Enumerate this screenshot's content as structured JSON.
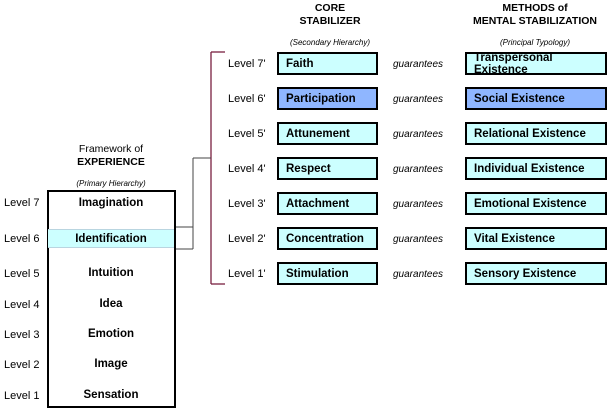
{
  "headers": {
    "core_line1": "CORE",
    "core_line2": "STABILIZER",
    "core_sub": "(Secondary Hierarchy)",
    "methods_line1": "METHODS of",
    "methods_line2": "MENTAL STABILIZATION",
    "methods_sub": "(Principal Typology)",
    "framework_line1": "Framework of",
    "framework_line2": "EXPERIENCE",
    "framework_sub": "(Primary Hierarchy)"
  },
  "connector_word": "guarantees",
  "core_rows": [
    {
      "level": "Level  7'",
      "stabilizer": "Faith",
      "method": "Transpersonal Existence"
    },
    {
      "level": "Level  6'",
      "stabilizer": "Participation",
      "method": "Social Existence",
      "highlight": true
    },
    {
      "level": "Level  5'",
      "stabilizer": "Attunement",
      "method": "Relational Existence"
    },
    {
      "level": "Level  4'",
      "stabilizer": "Respect",
      "method": "Individual Existence"
    },
    {
      "level": "Level  3'",
      "stabilizer": "Attachment",
      "method": "Emotional Existence"
    },
    {
      "level": "Level  2'",
      "stabilizer": "Concentration",
      "method": "Vital Existence"
    },
    {
      "level": "Level  1'",
      "stabilizer": "Stimulation",
      "method": "Sensory Existence"
    }
  ],
  "framework_rows": [
    {
      "level": "Level  7",
      "label": "Imagination"
    },
    {
      "level": "Level  6",
      "label": "Identification",
      "highlight": true
    },
    {
      "level": "Level  5",
      "label": "Intuition"
    },
    {
      "level": "Level  4",
      "label": "Idea"
    },
    {
      "level": "Level  3",
      "label": "Emotion"
    },
    {
      "level": "Level  2",
      "label": "Image"
    },
    {
      "level": "Level  1",
      "label": "Sensation"
    }
  ],
  "colors": {
    "box_fill": "#ccffff",
    "box_highlight": "#8fb6ff",
    "bracket": "#7a2040"
  }
}
